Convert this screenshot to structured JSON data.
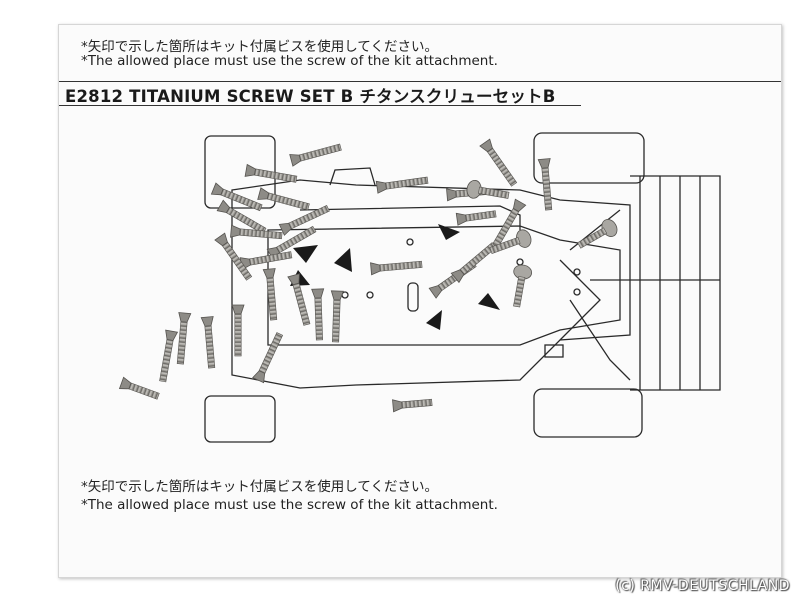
{
  "notice": {
    "top_jp": "*矢印で示した箇所はキット付属ビスを使用してください。",
    "top_en": "*The allowed place must use the screw of the kit attachment.",
    "bottom_jp": "*矢印で示した箇所はキット付属ビスを使用してください。",
    "bottom_en": "*The allowed place must use the screw of the kit attachment."
  },
  "product": {
    "title": "E2812 TITANIUM SCREW SET B  チタンスクリューセットB"
  },
  "watermark": "(c) RMV-DEUTSCHLAND",
  "colors": {
    "paper": "#fbfbfb",
    "ink": "#222222",
    "titanium": "#9c9a94"
  }
}
